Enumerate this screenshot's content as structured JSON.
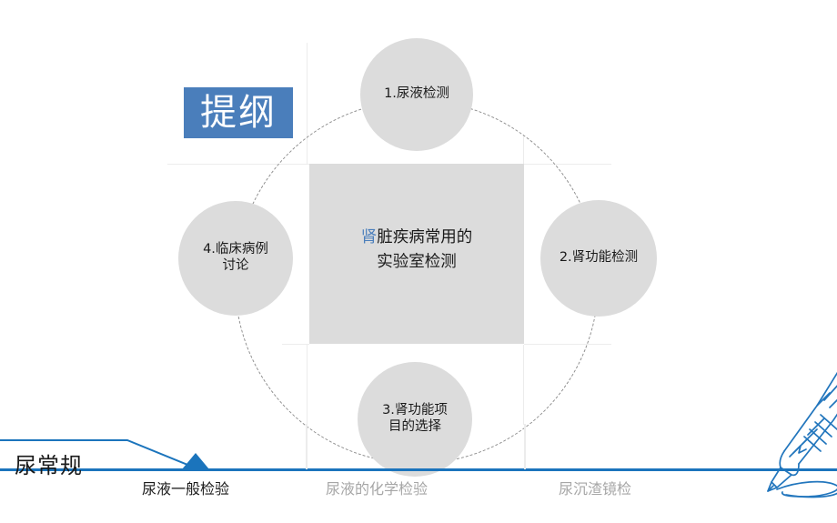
{
  "slide": {
    "title_badge": "提纲",
    "center": {
      "accent_char": "肾",
      "line1_rest": "脏疾病常用的",
      "line2": "实验室检测"
    },
    "nodes": [
      {
        "id": "node-1",
        "label": "1.尿液检测",
        "position": "top"
      },
      {
        "id": "node-2",
        "label": "2.肾功能检测",
        "position": "right"
      },
      {
        "id": "node-3",
        "label": "3.肾功能项\n目的选择",
        "position": "bottom"
      },
      {
        "id": "node-4",
        "label": "4.临床病例\n讨论",
        "position": "left"
      }
    ],
    "axis": {
      "title": "尿常规",
      "items": [
        {
          "label": "尿液一般检验",
          "state": "active"
        },
        {
          "label": "尿液的化学检验",
          "state": "muted"
        },
        {
          "label": "尿沉渣镜检",
          "state": "muted"
        }
      ]
    },
    "decoration": {
      "pen_icon": "pen-sketch-icon"
    }
  },
  "colors": {
    "accent_blue": "#4a7ebb",
    "axis_blue": "#1b74bc",
    "node_gray": "#dcdcdc",
    "grid_gray": "#ececec",
    "muted_text": "#a6a6a6"
  }
}
